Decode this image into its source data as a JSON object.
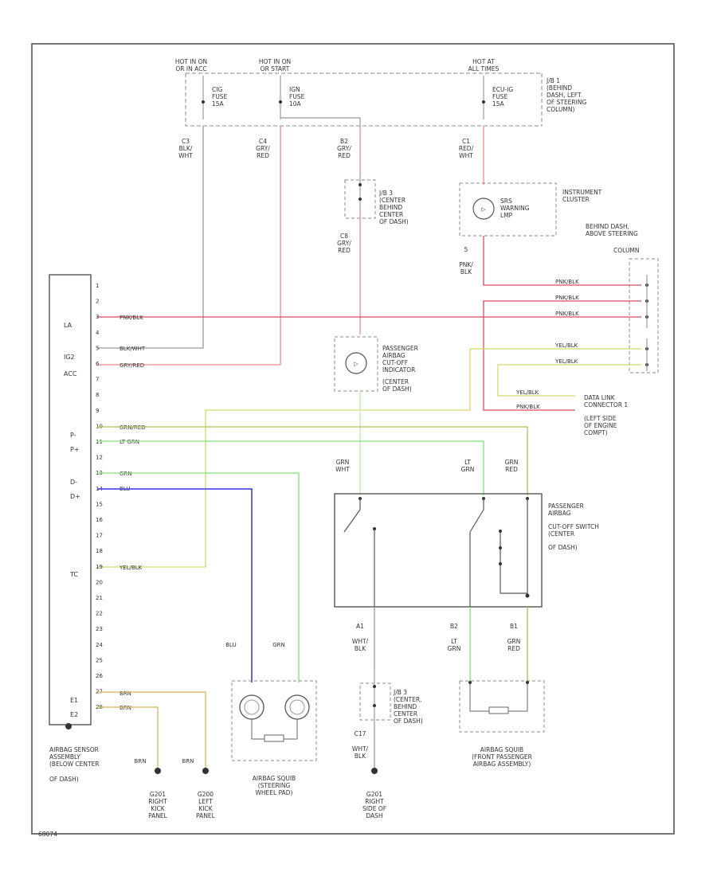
{
  "colors": {
    "red": "#f08a8f",
    "red_dark": "#d94a5a",
    "gray": "#9a9a9a",
    "yellow": "#d6d96a",
    "olive": "#b5ba52",
    "green": "#7ee27e",
    "blue": "#5252e6",
    "tan": "#d8b35c",
    "ink": "#333333",
    "dash": "#8a8a8a"
  },
  "supply": {
    "hot1": [
      "HOT IN ON",
      "OR IN ACC"
    ],
    "hot2": [
      "HOT IN ON",
      "OR START"
    ],
    "hot3": [
      "HOT AT",
      "ALL TIMES"
    ],
    "fuse1": [
      "CIG",
      "FUSE",
      "15A"
    ],
    "fuse2": [
      "IGN",
      "FUSE",
      "10A"
    ],
    "fuse3": [
      "ECU-IG",
      "FUSE",
      "15A"
    ],
    "jb1": [
      "J/B 1",
      "(BEHIND",
      "DASH, LEFT",
      "OF STEERING",
      "COLUMN)"
    ]
  },
  "wires_top": {
    "c3": [
      "C3",
      "BLK/",
      "WHT"
    ],
    "c4": [
      "C4",
      "GRY/",
      "RED"
    ],
    "b2": [
      "B2",
      "GRY/",
      "RED"
    ],
    "c1": [
      "C1",
      "RED/",
      "WHT"
    ],
    "c8": [
      "C8",
      "GRY/",
      "RED"
    ],
    "pnk": [
      "5",
      "PNK/",
      "BLK"
    ]
  },
  "jb3_upper": [
    "J/B 3",
    "(CENTER",
    "BEHIND",
    "CENTER",
    "OF DASH)"
  ],
  "instrument": {
    "lamp": [
      "SRS",
      "WARNING",
      "LMP"
    ],
    "label": [
      "INSTRUMENT",
      "CLUSTER"
    ]
  },
  "behind_dash": [
    "BEHIND DASH,",
    "ABOVE STEERING",
    "COLUMN"
  ],
  "sensor": {
    "pins": [
      "1",
      "2",
      "3",
      "4",
      "5",
      "6",
      "7",
      "8",
      "9",
      "10",
      "11",
      "12",
      "13",
      "14",
      "15",
      "16",
      "17",
      "18",
      "19",
      "20",
      "21",
      "22",
      "23",
      "24",
      "25",
      "26",
      "27",
      "28"
    ],
    "side_labels": [
      "LA",
      "IG2",
      "ACC",
      "P-",
      "P+",
      "D-",
      "D+",
      "TC",
      "E1",
      "E2"
    ],
    "label": [
      "AIRBAG SENSOR",
      "ASSEMBLY",
      "(BELOW CENTER",
      "OF DASH)"
    ]
  },
  "wire_labels": {
    "pnk_blk": "PNK/BLK",
    "blk_wht": "BLK/WHT",
    "gry_red": "GRY/RED",
    "grn_red": "GRN/RED",
    "lt_grn": "LT GRN",
    "grn": "GRN",
    "blu": "BLU",
    "yel_blk": "YEL/BLK",
    "brn": "BRN"
  },
  "passenger_lamp": [
    "PASSENGER",
    "AIRBAG",
    "CUT-OFF",
    "INDICATOR",
    "(CENTER",
    "OF DASH)"
  ],
  "dlc": [
    "DATA LINK",
    "CONNECTOR 1",
    "(LEFT SIDE",
    "OF ENGINE",
    "COMPT)"
  ],
  "cutoff_switch": {
    "label": [
      "PASSENGER",
      "AIRBAG",
      "CUT-OFF SWITCH",
      "(CENTER",
      "OF DASH)"
    ],
    "top_wires": {
      "a": [
        "GRN",
        "WHT"
      ],
      "b": [
        "LT",
        "GRN"
      ],
      "c": [
        "GRN",
        "RED"
      ]
    },
    "bottom_wires": {
      "a1": [
        "A1",
        "WHT/",
        "BLK"
      ],
      "b2": [
        "B2",
        "LT",
        "GRN"
      ],
      "b1": [
        "B1",
        "GRN",
        "RED"
      ]
    }
  },
  "squib_steering": {
    "wires": [
      "BLU",
      "GRN"
    ],
    "label": [
      "AIRBAG SQUIB",
      "(STEERING",
      "WHEEL PAD)"
    ]
  },
  "jb3_lower": [
    "J/B 3",
    "(CENTER,",
    "BEHIND",
    "CENTER",
    "OF DASH)"
  ],
  "lower_wire": [
    "C17",
    "WHT/",
    "BLK"
  ],
  "squib_passenger": {
    "label": [
      "AIRBAG SQUIB",
      "(FRONT PASSENGER",
      "AIRBAG ASSEMBLY)"
    ]
  },
  "grounds": {
    "g201": [
      "G201",
      "RIGHT",
      "KICK",
      "PANEL"
    ],
    "g200": [
      "G200",
      "LEFT",
      "KICK",
      "PANEL"
    ],
    "g201b": [
      "G201",
      "RIGHT",
      "SIDE OF",
      "DASH"
    ]
  },
  "footer": "68074"
}
